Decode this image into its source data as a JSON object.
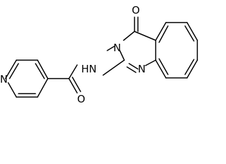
{
  "structure": {
    "atoms": {
      "ring_n": "N",
      "amide_n": "HN",
      "amide_o": "O",
      "ring3_n": "N",
      "quin_n": "N",
      "keto_o": "O"
    }
  }
}
